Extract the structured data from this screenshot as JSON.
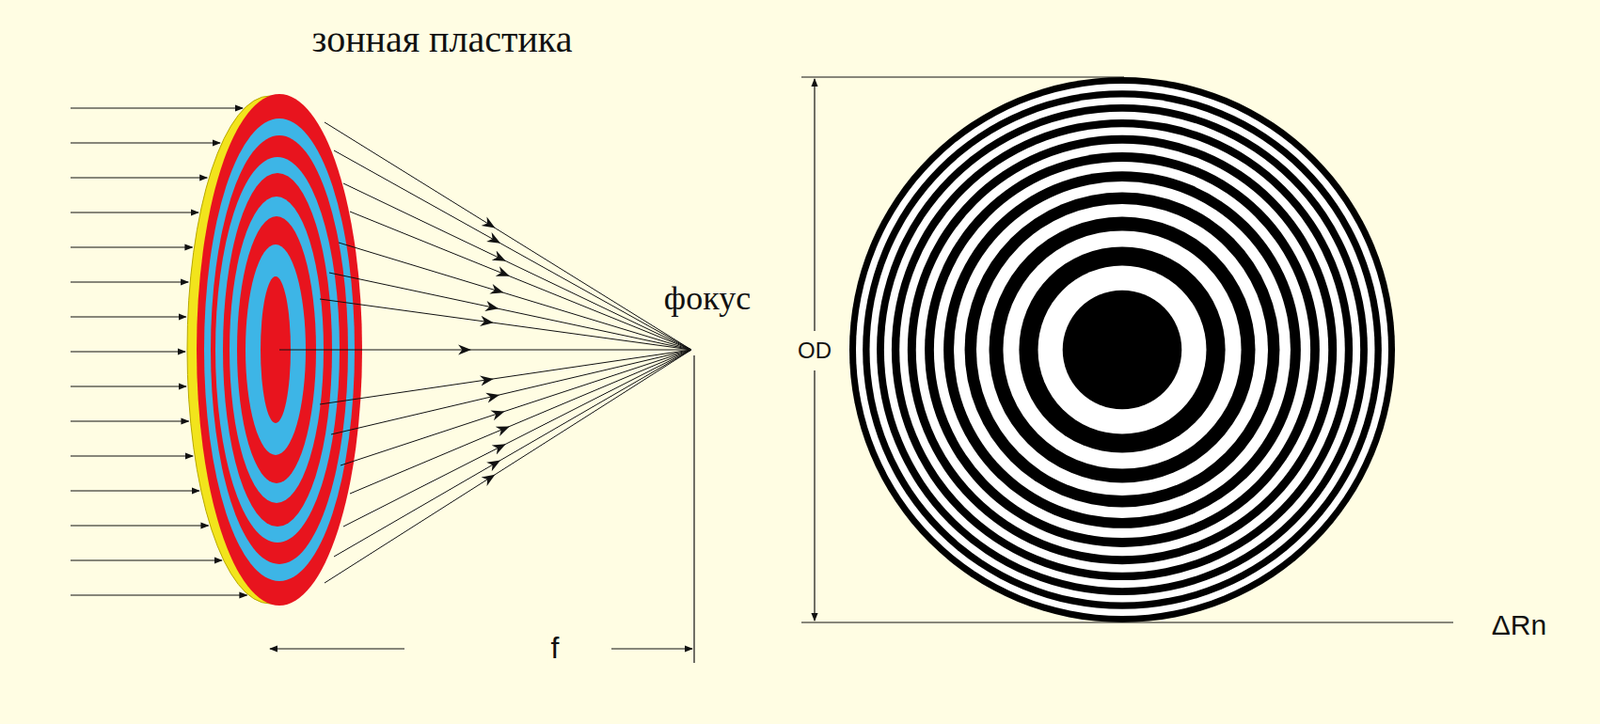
{
  "diagram": {
    "labels": [
      "зонная пластика",
      "фокус",
      "f",
      "OD",
      "ΔRn"
    ]
  }
}
